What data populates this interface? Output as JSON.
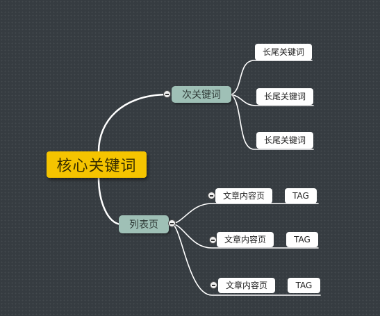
{
  "root": {
    "label": "核心关键词"
  },
  "branches": [
    {
      "label": "次关键词",
      "children": [
        "长尾关键词",
        "长尾关键词",
        "长尾关键词"
      ]
    },
    {
      "label": "列表页",
      "children": [
        {
          "label": "文章内容页",
          "tag": "TAG"
        },
        {
          "label": "文章内容页",
          "tag": "TAG"
        },
        {
          "label": "文章内容页",
          "tag": "TAG"
        }
      ]
    }
  ],
  "colors": {
    "background": "#363c41",
    "root_fill": "#f5c400",
    "branch_fill": "#9fc0b6",
    "leaf_fill": "#ffffff",
    "connector": "#ffffff"
  }
}
